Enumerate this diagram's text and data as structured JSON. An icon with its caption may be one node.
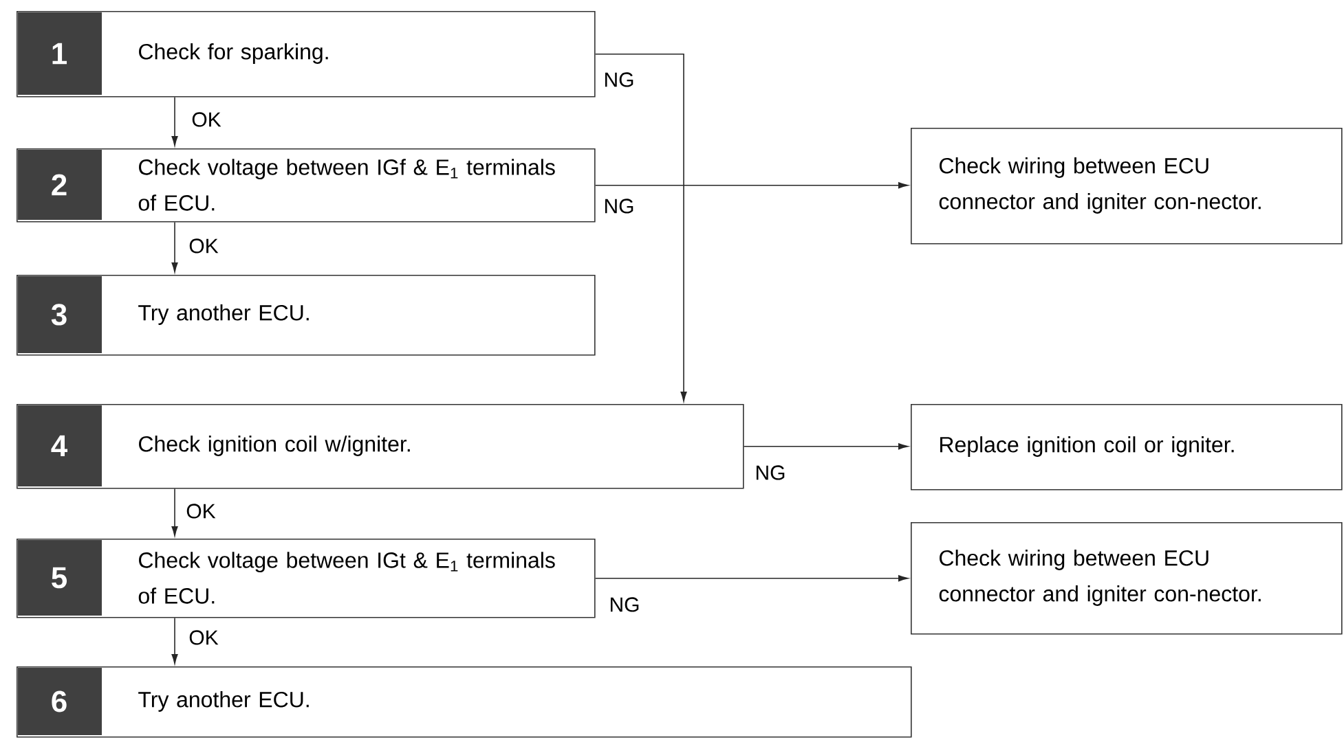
{
  "diagram": {
    "nodes": [
      {
        "text": [
          "1",
          "Check for sparking."
        ]
      },
      {
        "text": [
          "2",
          "Check voltage between IGf & E$_{1}$ terminals of ECU."
        ]
      },
      {
        "text": [
          "Check wiring between ECU connector and igniter con-nector."
        ]
      },
      {
        "text": [
          "3",
          "Try another ECU."
        ]
      },
      {
        "text": [
          "4",
          "Check ignition coil w/igniter."
        ]
      },
      {
        "text": [
          "Replace ignition coil or igniter."
        ]
      },
      {
        "text": [
          "5",
          "Check voltage between IGt & E$_{1}$ terminals of ECU."
        ]
      },
      {
        "text": [
          "Check wiring between ECU connector and igniter con-nector."
        ]
      },
      {
        "text": [
          "6",
          "Try another ECU."
        ]
      }
    ],
    "edges": [
      {
        "from": 0,
        "to": 1,
        "arrow": "to",
        "label": "OK"
      },
      {
        "from": 0,
        "to": 4,
        "arrow": "to",
        "label": "NG"
      },
      {
        "from": 1,
        "to": 2,
        "arrow": "to",
        "label": "NG"
      },
      {
        "from": 1,
        "to": 3,
        "arrow": "to",
        "label": "OK"
      },
      {
        "from": 4,
        "to": 5,
        "arrow": "to",
        "label": "NG"
      },
      {
        "from": 4,
        "to": 6,
        "arrow": "to",
        "label": "OK"
      },
      {
        "from": 6,
        "to": 7,
        "arrow": "to",
        "label": "NG"
      },
      {
        "from": 6,
        "to": 8,
        "arrow": "to",
        "label": "OK"
      }
    ]
  }
}
